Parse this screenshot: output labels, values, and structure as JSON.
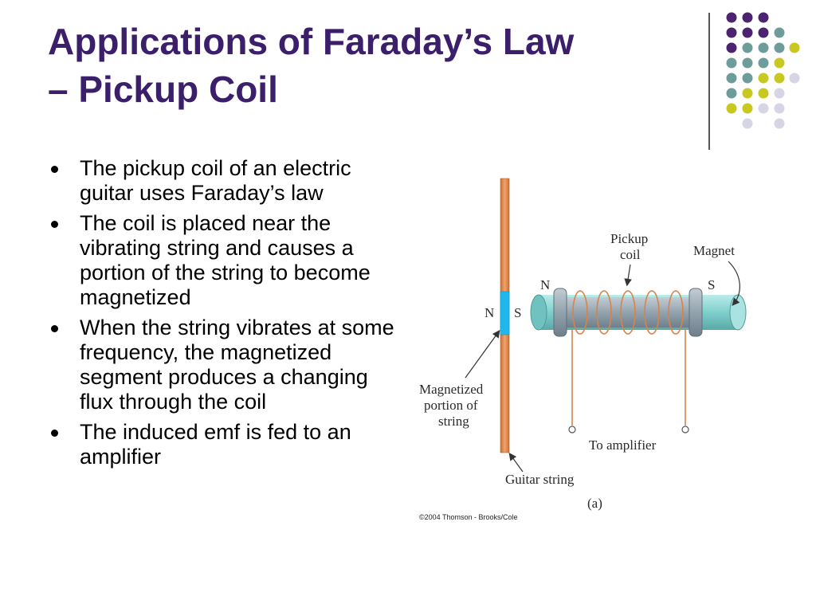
{
  "slide": {
    "title_line1": "Applications of Faraday’s Law",
    "title_line2": "– Pickup Coil",
    "bullets": [
      "The pickup coil of an electric guitar uses Faraday’s law",
      "The coil is placed near the vibrating string and causes a portion of the string to become magnetized",
      "When the string vibrates at some frequency, the magnetized segment produces a changing flux through the coil",
      "The induced emf is fed to an amplifier"
    ]
  },
  "figure": {
    "labels": {
      "pickup_coil_1": "Pickup",
      "pickup_coil_2": "coil",
      "magnet": "Magnet",
      "coil_n": "N",
      "coil_s": "S",
      "string_n": "N",
      "string_s": "S",
      "magnetized_1": "Magnetized",
      "magnetized_2": "portion of",
      "magnetized_3": "string",
      "to_amplifier": "To amplifier",
      "guitar_string": "Guitar string",
      "panel": "(a)",
      "copyright": "©2004 Thomson - Brooks/Cole"
    }
  },
  "colors": {
    "title": "#3b1f6b",
    "dot_purple": "#4b2371",
    "dot_teal": "#6e9c9a",
    "dot_yellow": "#c8c820",
    "dot_lavender": "#d5d5e6",
    "string_orange": "#e8935a",
    "magnetized_blue": "#20b8ec",
    "magnet_teal": "#8fd3d0",
    "coil_gray": "#8899a6",
    "wire_orange": "#d9824a"
  }
}
